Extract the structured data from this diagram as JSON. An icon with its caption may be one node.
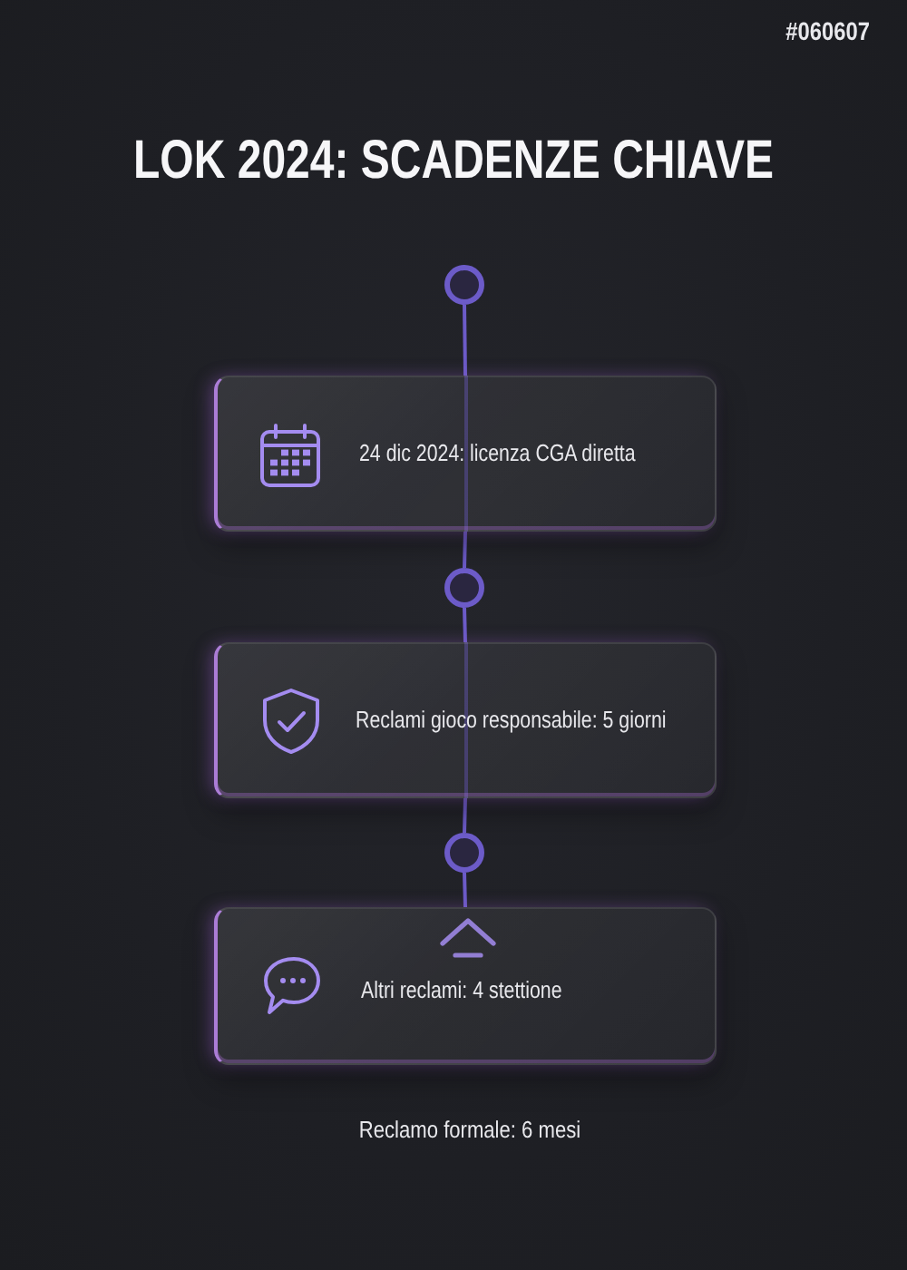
{
  "diagram": {
    "title": "LOK 2024: SCADENZE CHIAVE",
    "nodes": [
      {
        "text": [],
        "shape": "circle"
      },
      {
        "text": [
          "24 dic 2024: licenza CGA diretta"
        ]
      },
      {
        "text": [],
        "shape": "circle"
      },
      {
        "text": [
          "Reclami gioco responsabile: 5 giorni"
        ]
      },
      {
        "text": [],
        "shape": "circle"
      },
      {
        "text": [
          "Altri reclami: 4 stettione"
        ]
      }
    ],
    "edges": [
      {
        "from": 0,
        "to": 1,
        "arrow": "none"
      },
      {
        "from": 1,
        "to": 2,
        "arrow": "none"
      },
      {
        "from": 2,
        "to": 3,
        "arrow": "none"
      },
      {
        "from": 3,
        "to": 4,
        "arrow": "none"
      },
      {
        "from": 4,
        "to": 5,
        "arrow": "none"
      }
    ],
    "labels": [
      "#060607",
      "Reclamo formale: 6 mesi"
    ]
  }
}
